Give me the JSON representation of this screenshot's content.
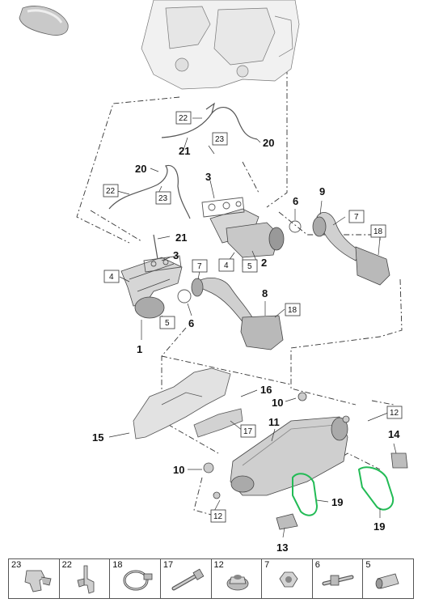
{
  "callouts": {
    "c1": "1",
    "c2": "2",
    "c3a": "3",
    "c3b": "3",
    "c6a": "6",
    "c6b": "6",
    "c8": "8",
    "c9": "9",
    "c10a": "10",
    "c10b": "10",
    "c11": "11",
    "c13": "13",
    "c14": "14",
    "c15": "15",
    "c16": "16",
    "c19a": "19",
    "c19b": "19",
    "c20a": "20",
    "c20b": "20",
    "c21a": "21",
    "c21b": "21"
  },
  "boxed": {
    "b22a": "22",
    "b23a": "23",
    "b22b": "22",
    "b23b": "23",
    "b4a": "4",
    "b4b": "4",
    "b5a": "5",
    "b5b": "5",
    "b7a": "7",
    "b7b": "7",
    "b18a": "18",
    "b18b": "18",
    "b17": "17",
    "b12a": "12",
    "b12b": "12"
  },
  "legend": [
    {
      "num": "23",
      "icon": "bracket-clip-icon"
    },
    {
      "num": "22",
      "icon": "holder-plate-icon"
    },
    {
      "num": "18",
      "icon": "hose-clamp-icon"
    },
    {
      "num": "17",
      "icon": "bolt-icon"
    },
    {
      "num": "12",
      "icon": "flange-nut-icon"
    },
    {
      "num": "7",
      "icon": "hex-nut-icon"
    },
    {
      "num": "6",
      "icon": "stud-bolt-icon"
    },
    {
      "num": "5",
      "icon": "sleeve-icon"
    }
  ],
  "colors": {
    "line": "#333333",
    "part_fill": "#d6d6d6",
    "part_dark": "#9a9a9a",
    "gasket": "#22bb55"
  }
}
